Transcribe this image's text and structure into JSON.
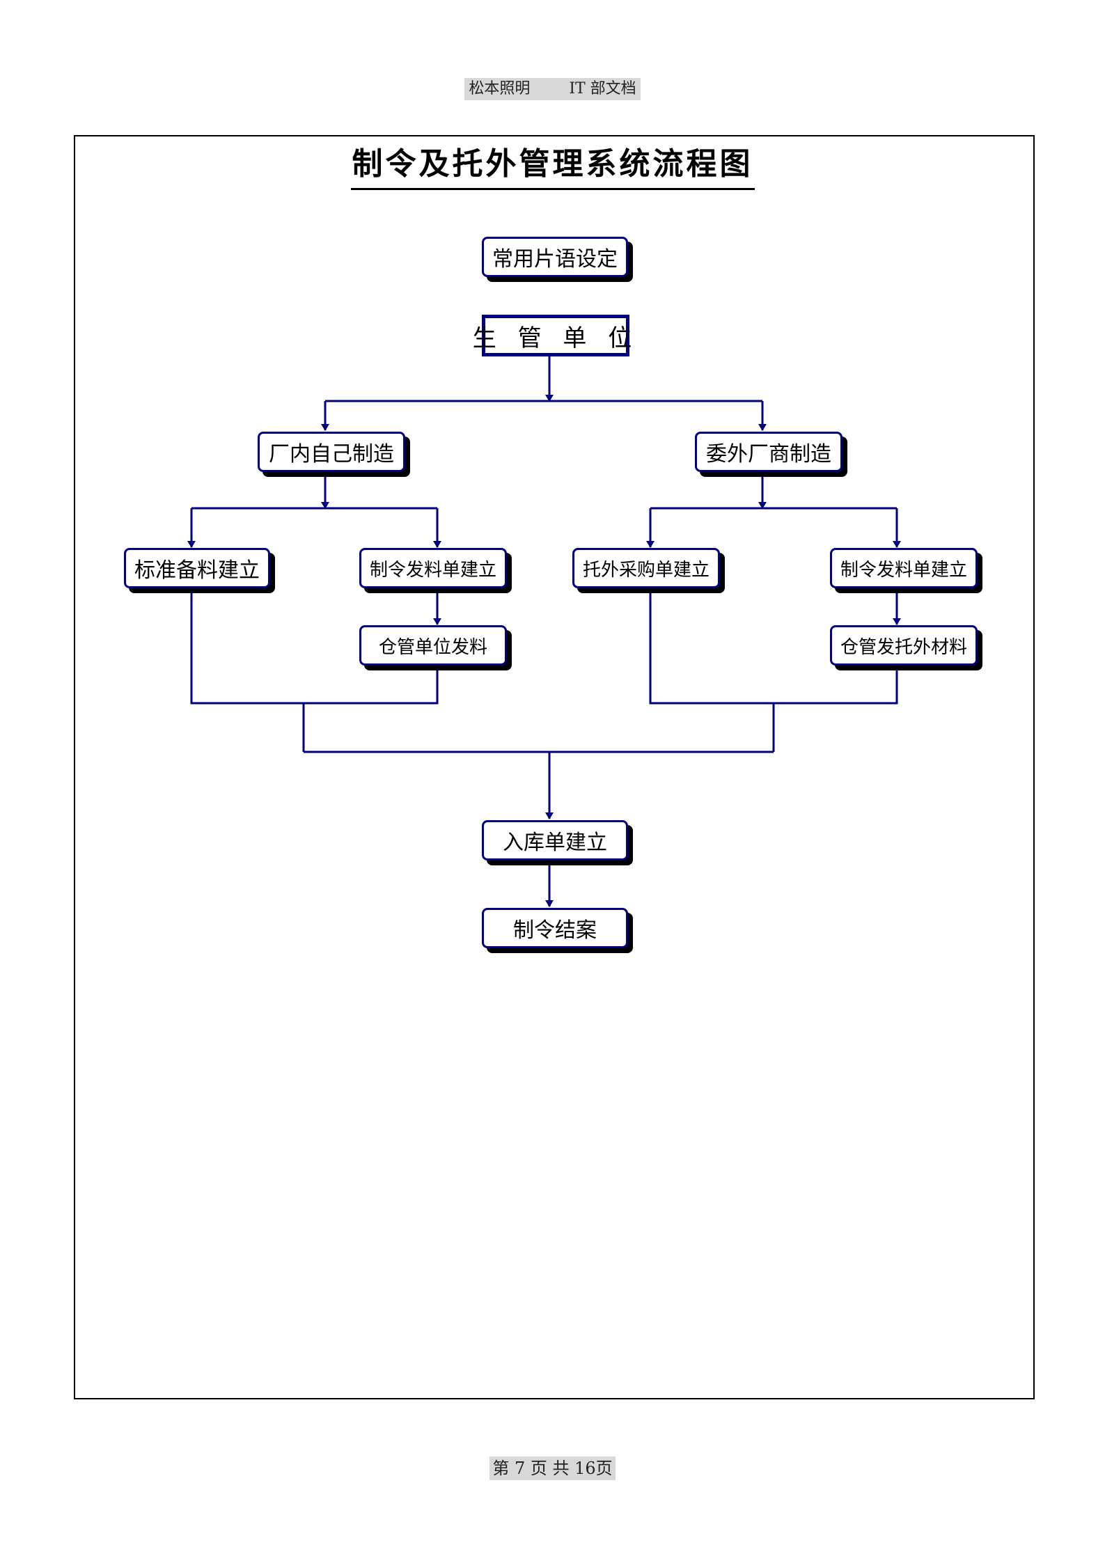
{
  "header": {
    "company": "松本照明",
    "department": "IT 部文档"
  },
  "title": "制令及托外管理系统流程图",
  "nodes": {
    "phrase_setting": "常用片语设定",
    "production_dept": "生 管 单 位",
    "in_house": "厂内自己制造",
    "outsource": "委外厂商制造",
    "standard_material": "标准备料建立",
    "order_issue_left": "制令发料单建立",
    "warehouse_issue": "仓管单位发料",
    "outsource_purchase": "托外采购单建立",
    "order_issue_right": "制令发料单建立",
    "warehouse_outsource": "仓管发托外材料",
    "stock_in": "入库单建立",
    "order_close": "制令结案"
  },
  "footer": {
    "page_text": "第  7  页  共 16页"
  },
  "colors": {
    "line": "#000080",
    "shadow": "#000000",
    "header_bg": "#d8d8d8"
  }
}
